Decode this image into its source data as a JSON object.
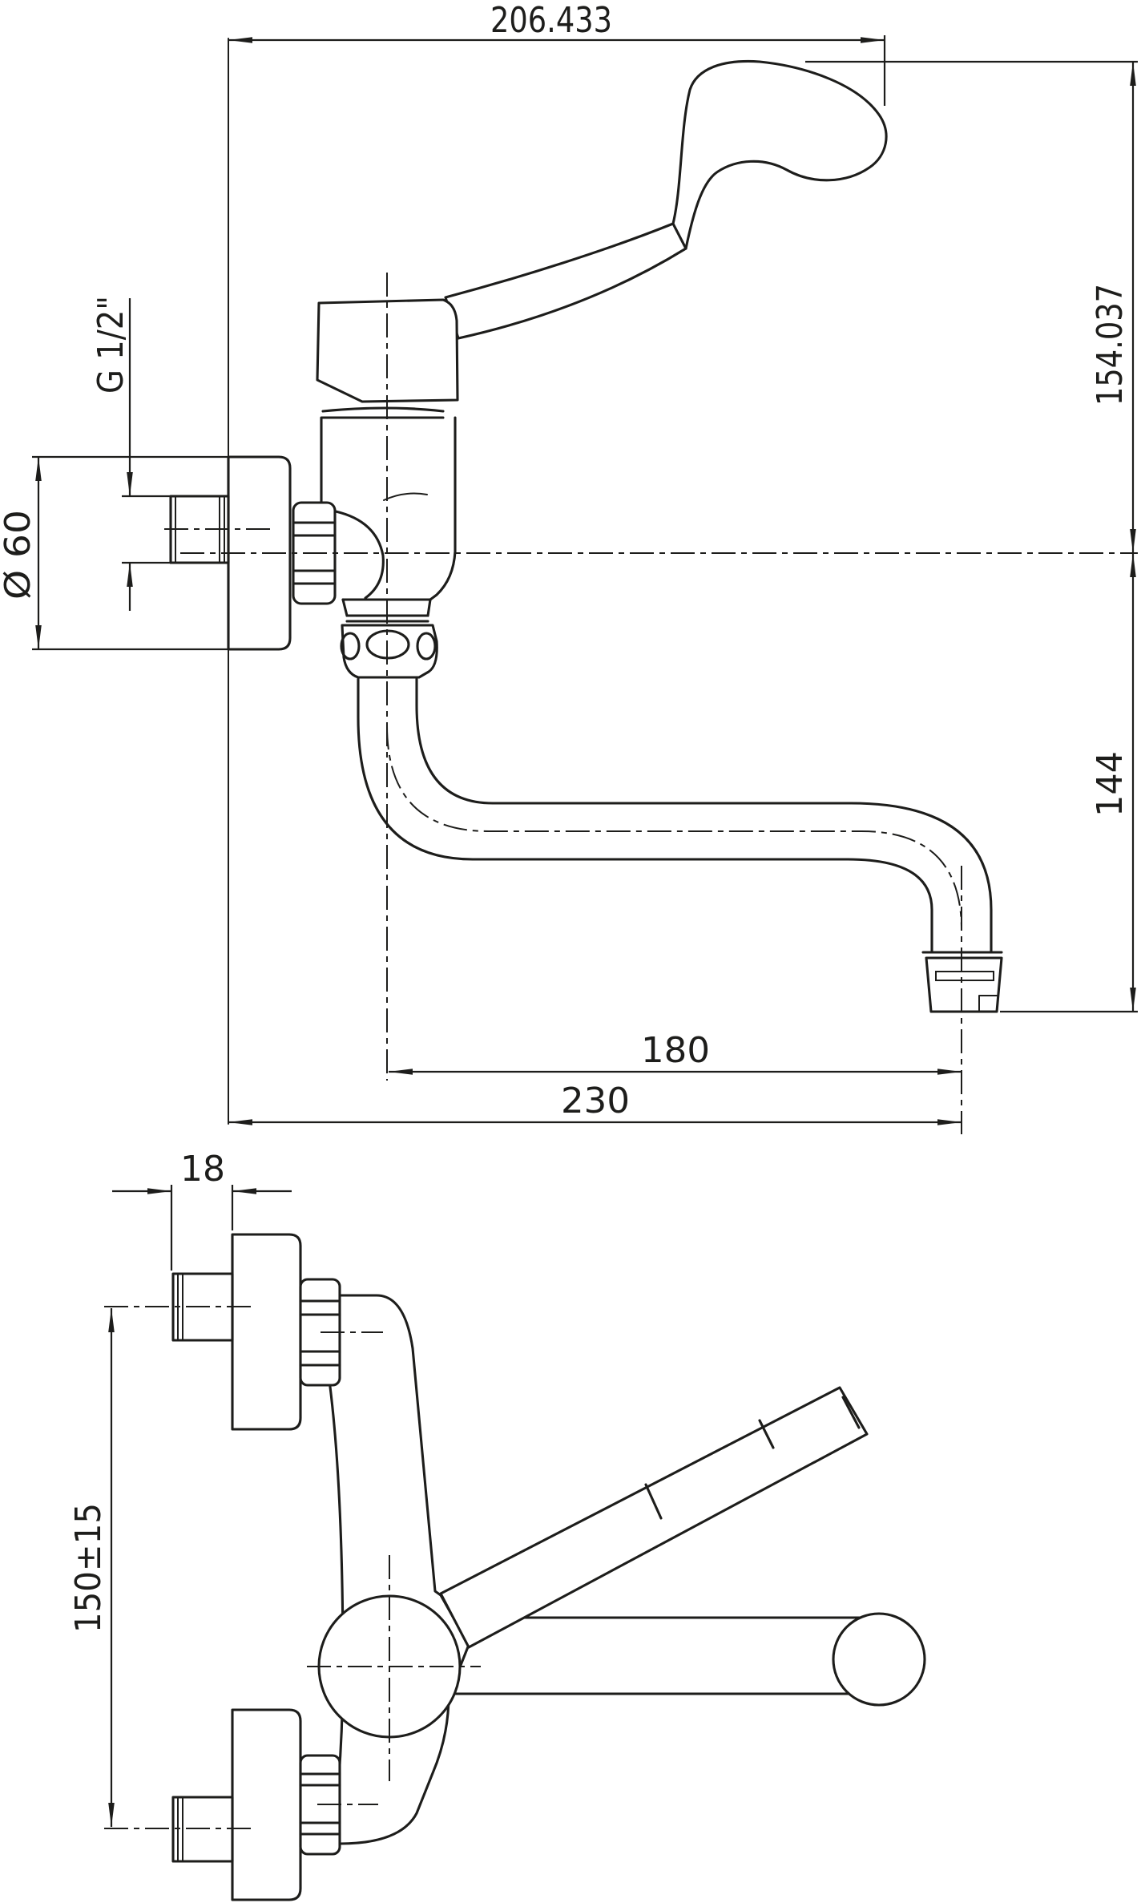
{
  "drawing": {
    "type": "technical-dimension-drawing",
    "subject": "wall-mounted single-lever mixer tap with long clinical handle",
    "colors": {
      "line": "#1d1d1b",
      "background": "#ffffff"
    },
    "dimensions": {
      "front": {
        "overall_reach": "206.433",
        "height_to_handle_top": "154.037",
        "spout_drop": "144",
        "inlet_thread": "G 1/2\"",
        "escutcheon_diameter": "Ø 60",
        "spout_reach": "180",
        "overall_projection": "230"
      },
      "plan": {
        "thread_length": "18",
        "inlet_spacing": "150±15"
      }
    }
  }
}
